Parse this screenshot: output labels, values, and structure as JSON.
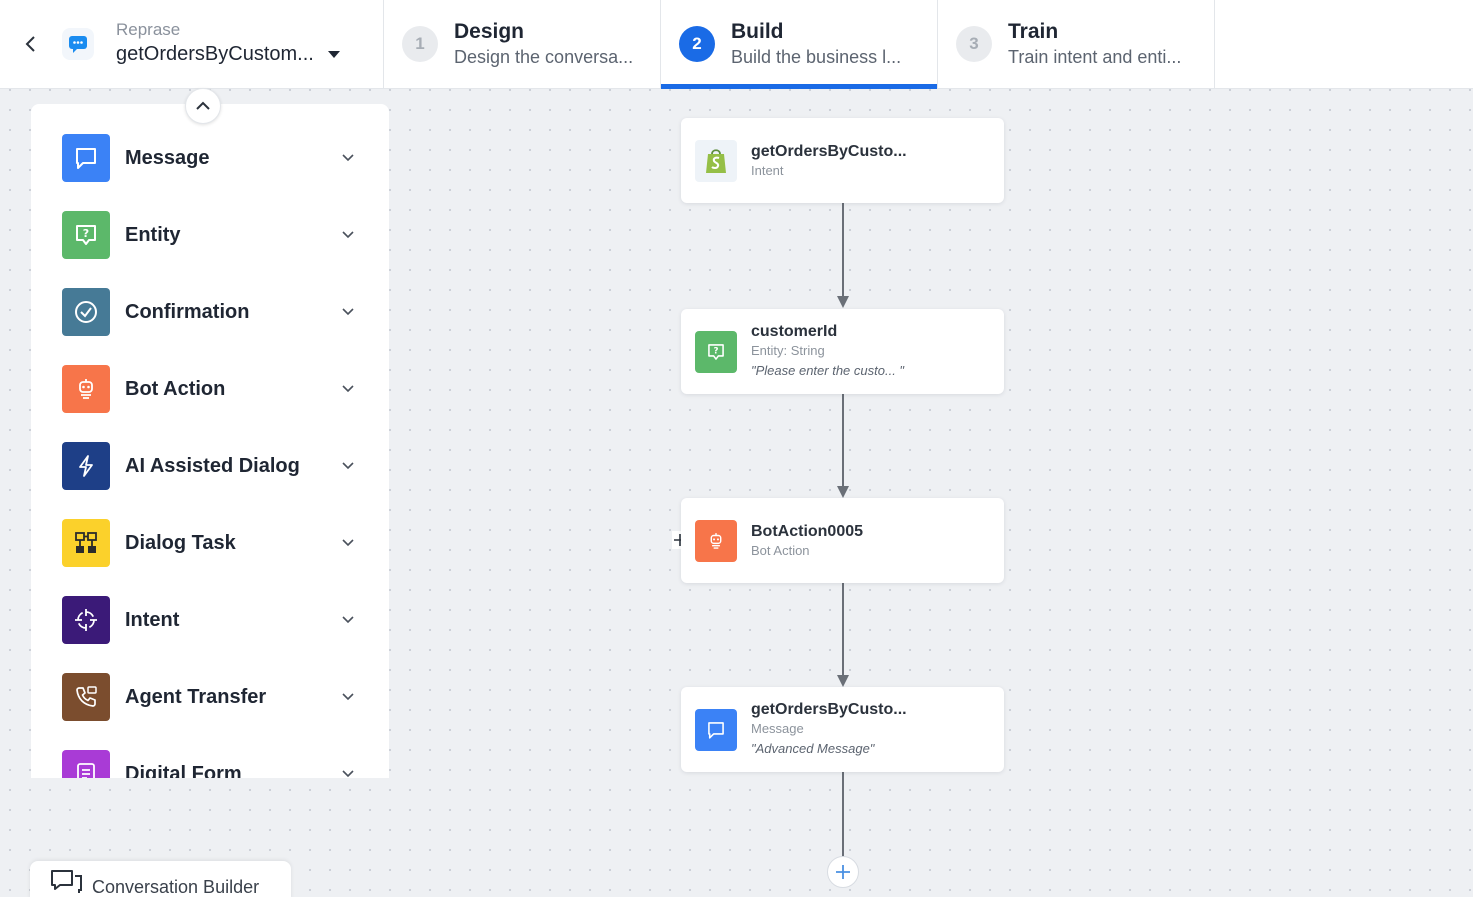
{
  "header": {
    "app_subtitle": "Reprase",
    "app_name": "getOrdersByCustom...",
    "steps": [
      {
        "num": "1",
        "title": "Design",
        "desc": "Design the conversa..."
      },
      {
        "num": "2",
        "title": "Build",
        "desc": "Build the business l..."
      },
      {
        "num": "3",
        "title": "Train",
        "desc": "Train intent and enti..."
      }
    ],
    "active_step": "Build"
  },
  "palette": {
    "items": [
      {
        "label": "Message",
        "icon": "message-icon",
        "color": "#3b82f6"
      },
      {
        "label": "Entity",
        "icon": "entity-icon",
        "color": "#5cb86a"
      },
      {
        "label": "Confirmation",
        "icon": "confirmation-icon",
        "color": "#467a96"
      },
      {
        "label": "Bot Action",
        "icon": "bot-action-icon",
        "color": "#f7754a"
      },
      {
        "label": "AI Assisted Dialog",
        "icon": "ai-dialog-icon",
        "color": "#1e3f87"
      },
      {
        "label": "Dialog Task",
        "icon": "dialog-task-icon",
        "color": "#fbd12b"
      },
      {
        "label": "Intent",
        "icon": "intent-icon",
        "color": "#3b1a78"
      },
      {
        "label": "Agent Transfer",
        "icon": "agent-transfer-icon",
        "color": "#7b4d2e"
      },
      {
        "label": "Digital Form",
        "icon": "digital-form-icon",
        "color": "#a93bd6"
      }
    ]
  },
  "canvas": {
    "nodes": [
      {
        "title": "getOrdersByCusto...",
        "type": "Intent",
        "message": "",
        "icon": "shopify-icon",
        "color": "#eef3f8"
      },
      {
        "title": "customerId",
        "type": "Entity: String",
        "message": "\"Please enter the custo... \"",
        "icon": "entity-icon",
        "color": "#5cb86a"
      },
      {
        "title": "BotAction0005",
        "type": "Bot Action",
        "message": "",
        "icon": "bot-action-icon",
        "color": "#f7754a"
      },
      {
        "title": "getOrdersByCusto...",
        "type": "Message",
        "message": "\"Advanced Message\"",
        "icon": "message-icon",
        "color": "#3b82f6"
      }
    ]
  },
  "footer": {
    "tab_label": "Conversation Builder"
  }
}
